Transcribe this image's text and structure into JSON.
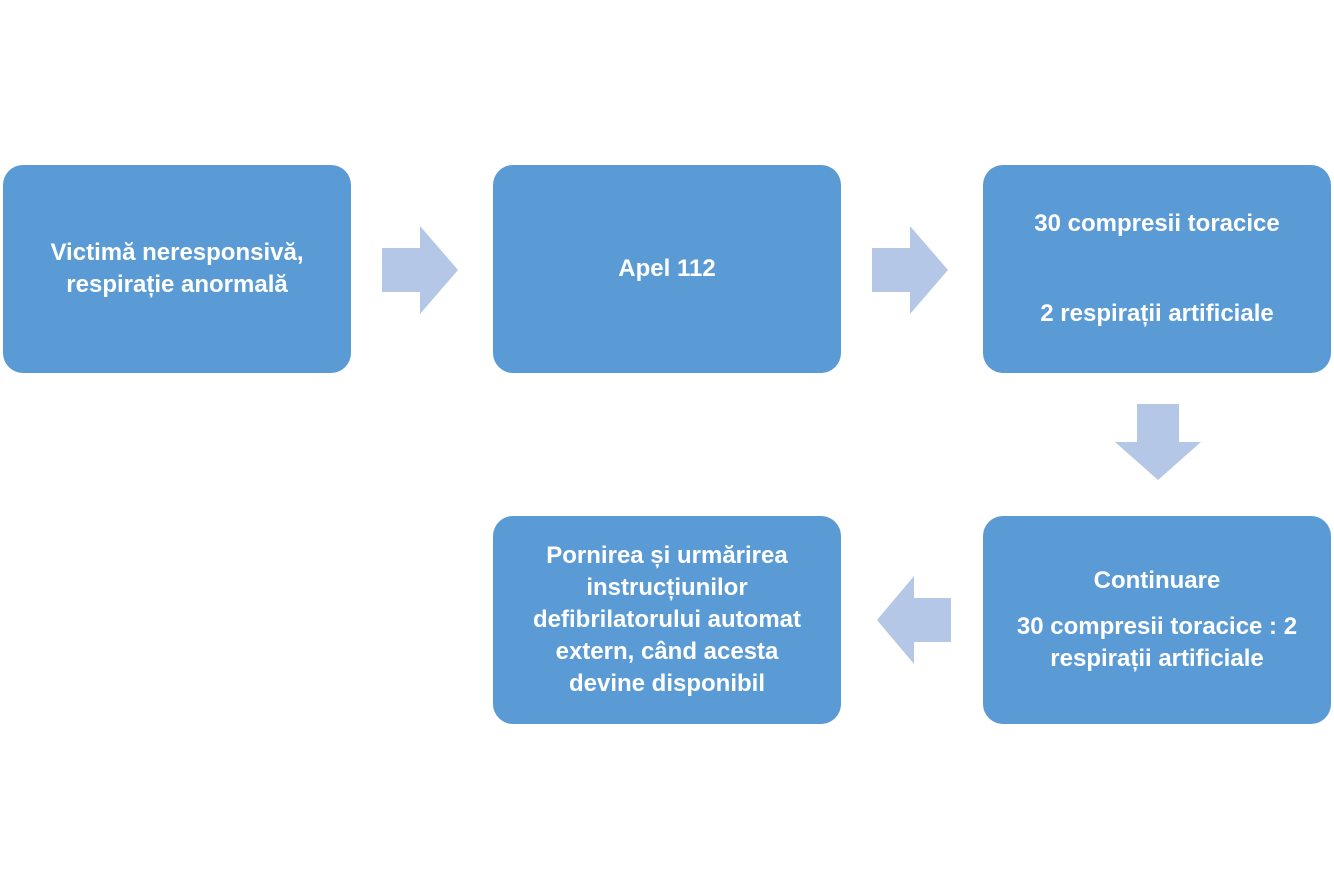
{
  "colors": {
    "box_fill": "#5b9bd5",
    "box_text": "#ffffff",
    "arrow_fill": "#b4c7e7"
  },
  "steps": [
    {
      "lines": [
        "Victimă neresponsivă,",
        "respirație anormală"
      ]
    },
    {
      "lines": [
        "Apel 112"
      ]
    },
    {
      "lines": [
        "30 compresii toracice",
        "2 respirații artificiale"
      ]
    },
    {
      "lines": [
        "Continuare",
        "30 compresii toracice : 2",
        "respirații artificiale"
      ]
    },
    {
      "lines": [
        "Pornirea și urmărirea",
        "instrucțiunilor",
        "defibrilatorului automat",
        "extern, când acesta",
        "devine disponibil"
      ]
    }
  ],
  "arrows": [
    {
      "from": 1,
      "to": 2,
      "direction": "right"
    },
    {
      "from": 2,
      "to": 3,
      "direction": "right"
    },
    {
      "from": 3,
      "to": 4,
      "direction": "down"
    },
    {
      "from": 4,
      "to": 5,
      "direction": "left"
    }
  ]
}
